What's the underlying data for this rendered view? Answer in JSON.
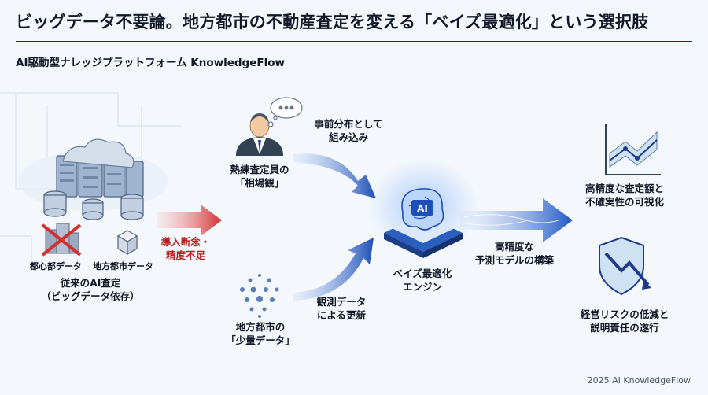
{
  "title": "ビッグデータ不要論。地方都市の不動産査定を変える「ベイズ最適化」という選択肢",
  "subtitle": "AI駆動型ナレッジプラットフォーム KnowledgeFlow",
  "left": {
    "urban_label": "都心部データ",
    "regional_label": "地方都市データ",
    "caption_line1": "従来のAI査定",
    "caption_line2": "（ビッグデータ依存）",
    "barrier_line1": "導入断念・",
    "barrier_line2": "精度不足"
  },
  "expert": {
    "label_line1": "熟練査定員の",
    "label_line2": "「相場観」",
    "arrow_line1": "事前分布として",
    "arrow_line2": "組み込み"
  },
  "data_node": {
    "label_line1": "地方都市の",
    "label_line2": "「少量データ」",
    "arrow_line1": "観測データ",
    "arrow_line2": "による更新"
  },
  "engine": {
    "chip_text": "AI",
    "label_line1": "ベイズ最適化",
    "label_line2": "エンジン",
    "arrow_line1": "高精度な",
    "arrow_line2": "予測モデルの構築"
  },
  "outputs": {
    "top_line1": "高精度な査定額と",
    "top_line2": "不確実性の可視化",
    "bottom_line1": "経営リスクの低減と",
    "bottom_line2": "説明責任の遂行"
  },
  "footer": "2025 AI KnowledgeFlow",
  "colors": {
    "navy": "#0e2a6b",
    "blue": "#2563eb",
    "red": "#d32f2f"
  }
}
